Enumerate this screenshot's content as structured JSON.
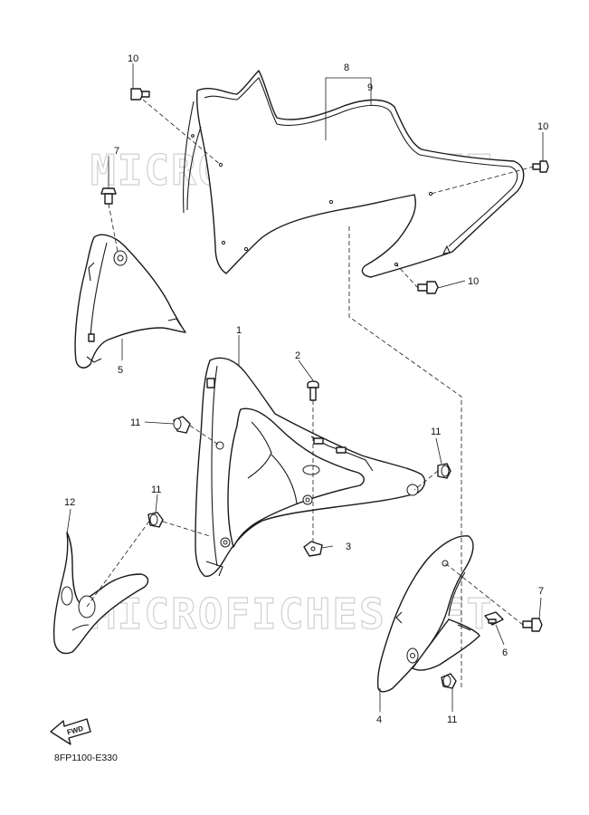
{
  "diagram": {
    "drawing_code": "8FP1100-E330",
    "watermark": "MICROFICHES.NET",
    "direction_label": "FWD",
    "callouts": {
      "c1": "1",
      "c2": "2",
      "c3": "3",
      "c4": "4",
      "c5": "5",
      "c6": "6",
      "c7a": "7",
      "c7b": "7",
      "c8": "8",
      "c9": "9",
      "c10a": "10",
      "c10b": "10",
      "c10c": "10",
      "c11a": "11",
      "c11b": "11",
      "c11c": "11",
      "c11d": "11",
      "c12": "12"
    },
    "colors": {
      "line": "#1a1a1a",
      "watermark": "#d0d0d0"
    }
  }
}
